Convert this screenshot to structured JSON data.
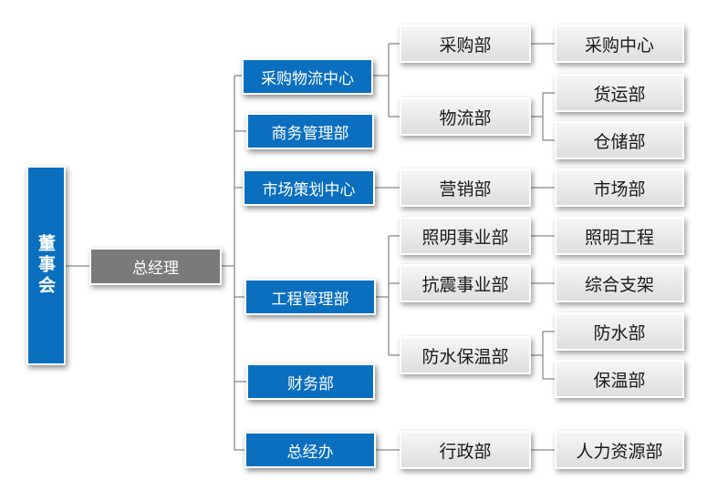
{
  "org": {
    "board": "董事会",
    "gm": "总经理",
    "departments": [
      "采购物流中心",
      "商务管理部",
      "市场策划中心",
      "工程管理部",
      "财务部",
      "总经办"
    ],
    "procurement": {
      "sub1": "采购部",
      "sub1_child": "采购中心",
      "sub2": "物流部",
      "sub2_children": [
        "货运部",
        "仓储部"
      ]
    },
    "marketing": {
      "sub": "营销部",
      "sub_child": "市场部"
    },
    "engineering": {
      "subs": [
        "照明事业部",
        "抗震事业部",
        "防水保温部"
      ],
      "children": [
        "照明工程",
        "综合支架",
        "防水部",
        "保温部"
      ]
    },
    "office": {
      "sub": "行政部",
      "sub_child": "人力资源部"
    }
  }
}
